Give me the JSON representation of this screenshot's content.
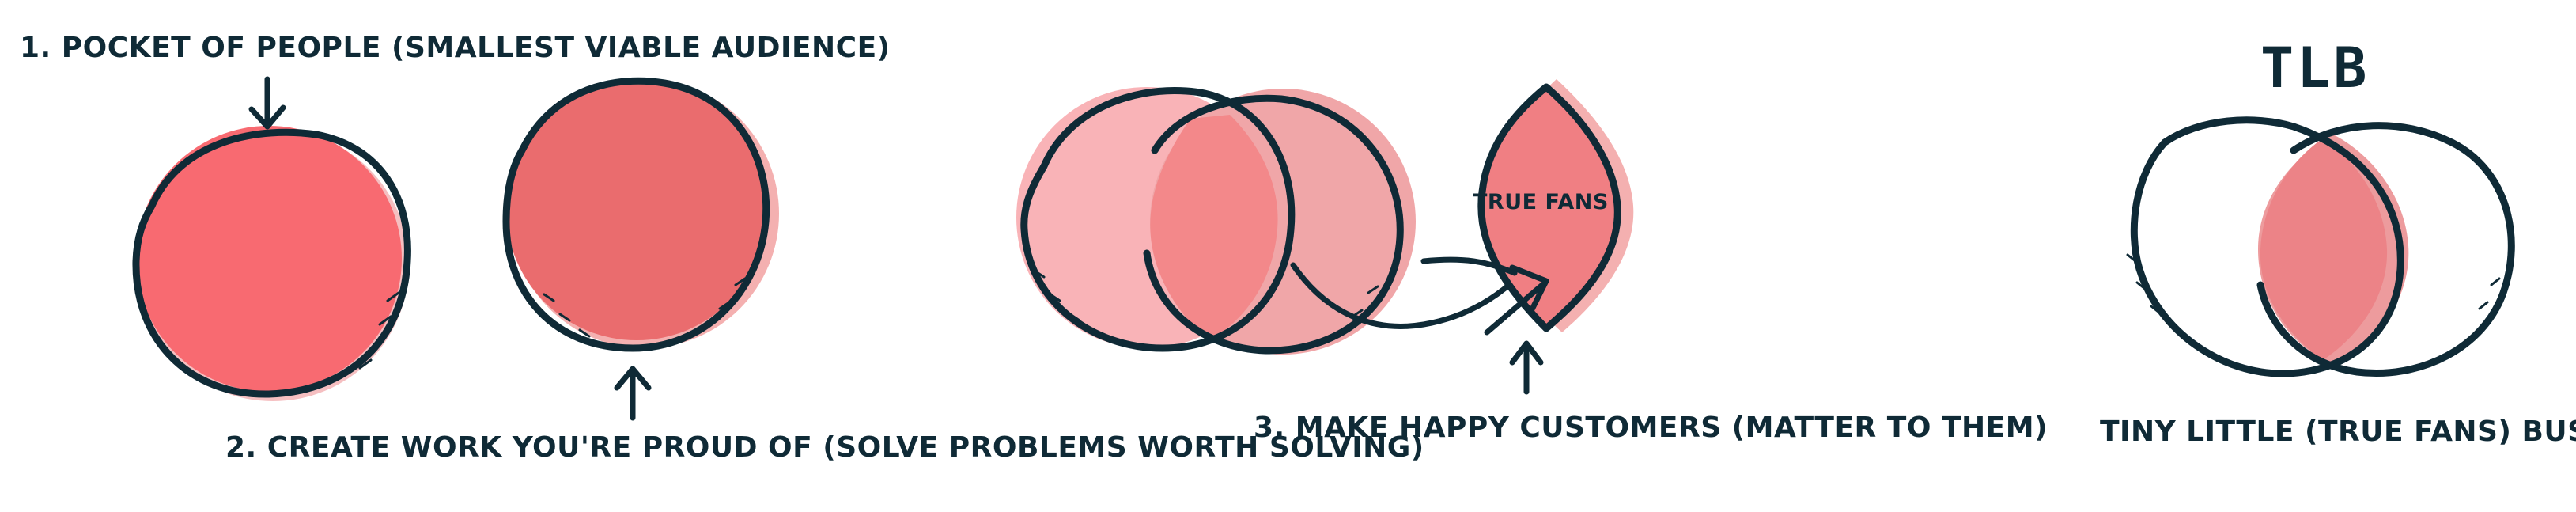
{
  "labels": {
    "step1": "1. POCKET OF PEOPLE (SMALLEST VIABLE AUDIENCE)",
    "step2": "2. CREATE WORK YOU'RE PROUD OF (SOLVE PROBLEMS WORTH SOLVING)",
    "step3": "3. MAKE HAPPY CUSTOMERS (MATTER TO THEM)",
    "true_fans": "TRUE FANS",
    "logo": "TLB",
    "business": "TINY LITTLE (TRUE FANS) BUSINESS"
  },
  "colors": {
    "ink": "#0f2a36",
    "coral": "#f86a71",
    "coral_dark": "#ea6c6e",
    "pink_light": "#f9b3b7",
    "pink_mid": "#f0a6a8",
    "overlap": "#f3888a"
  }
}
